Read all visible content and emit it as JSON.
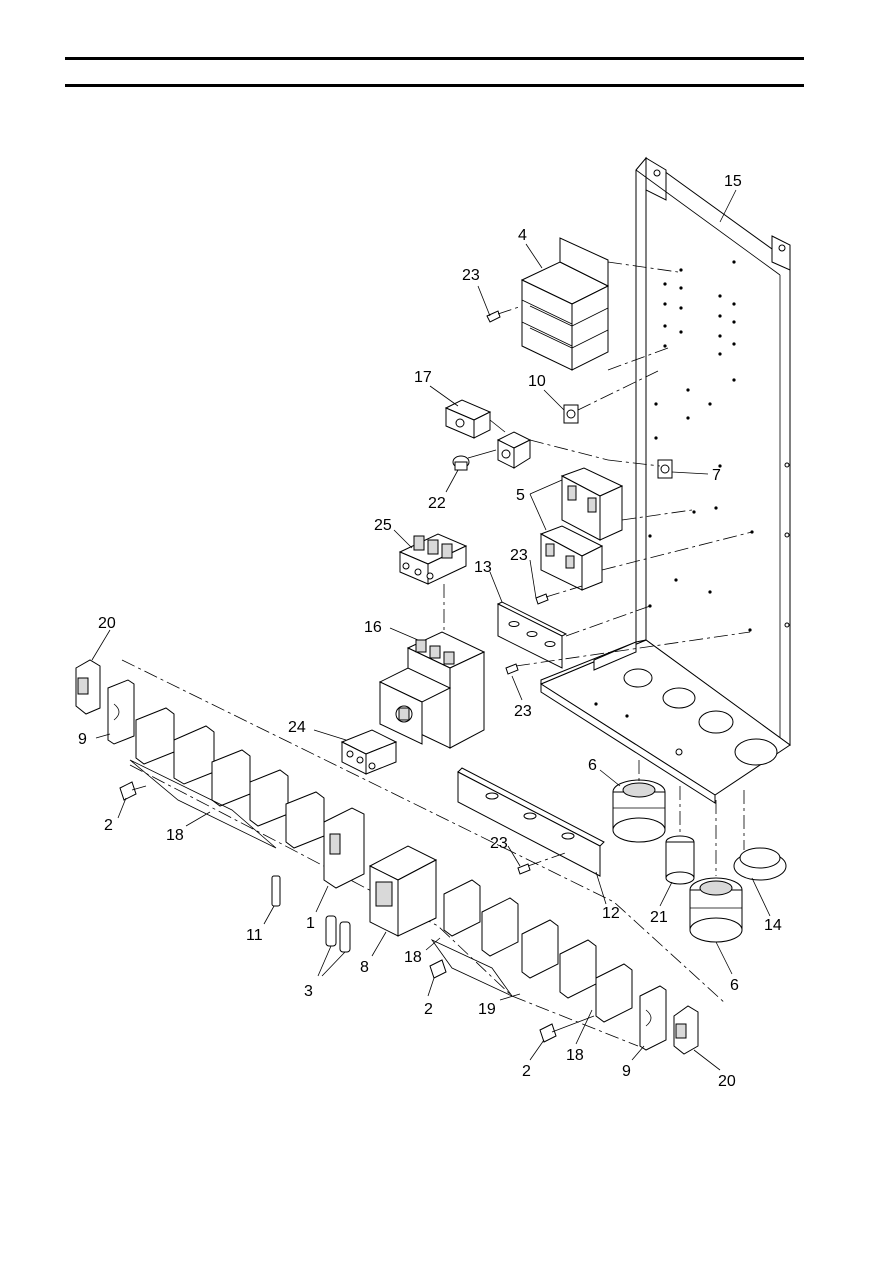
{
  "figure": {
    "callouts": [
      {
        "id": "c15",
        "text": "15"
      },
      {
        "id": "c4",
        "text": "4"
      },
      {
        "id": "c23a",
        "text": "23"
      },
      {
        "id": "c17",
        "text": "17"
      },
      {
        "id": "c10",
        "text": "10"
      },
      {
        "id": "c7",
        "text": "7"
      },
      {
        "id": "c22",
        "text": "22"
      },
      {
        "id": "c5",
        "text": "5"
      },
      {
        "id": "c25",
        "text": "25"
      },
      {
        "id": "c23b",
        "text": "23"
      },
      {
        "id": "c13",
        "text": "13"
      },
      {
        "id": "c20a",
        "text": "20"
      },
      {
        "id": "c16",
        "text": "16"
      },
      {
        "id": "c9a",
        "text": "9"
      },
      {
        "id": "c24",
        "text": "24"
      },
      {
        "id": "c23c",
        "text": "23"
      },
      {
        "id": "c6a",
        "text": "6"
      },
      {
        "id": "c2a",
        "text": "2"
      },
      {
        "id": "c18a",
        "text": "18"
      },
      {
        "id": "c23d",
        "text": "23"
      },
      {
        "id": "c12",
        "text": "12"
      },
      {
        "id": "c21",
        "text": "21"
      },
      {
        "id": "c14",
        "text": "14"
      },
      {
        "id": "c11",
        "text": "11"
      },
      {
        "id": "c1",
        "text": "1"
      },
      {
        "id": "c8",
        "text": "8"
      },
      {
        "id": "c18b",
        "text": "18"
      },
      {
        "id": "c3",
        "text": "3"
      },
      {
        "id": "c2b",
        "text": "2"
      },
      {
        "id": "c19",
        "text": "19"
      },
      {
        "id": "c6b",
        "text": "6"
      },
      {
        "id": "c18c",
        "text": "18"
      },
      {
        "id": "c2c",
        "text": "2"
      },
      {
        "id": "c9b",
        "text": "9"
      },
      {
        "id": "c20b",
        "text": "20"
      }
    ]
  }
}
